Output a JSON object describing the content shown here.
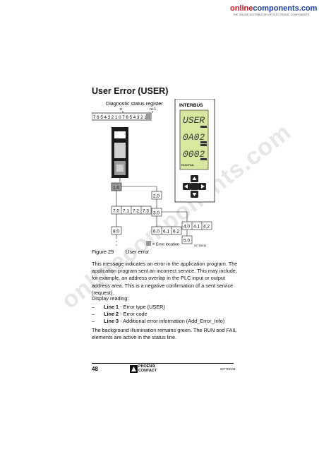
{
  "header": {
    "logo_part1": "online",
    "logo_part2": "components.com",
    "tagline": "THE ONLINE DISTRIBUTOR OF ELECTRONIC COMPONENTS"
  },
  "watermark": "onlinecomponents.com",
  "section_title": "User Error (USER)",
  "figure": {
    "register_title": "Diagnostic status register",
    "register_n": "n",
    "register_n1": "n+1",
    "bits": "7 6 5 4 3 2 1 0 7 6 5 4 3 2 1 0",
    "brand_label": "INTERBUS",
    "lcd_lines": [
      "USER",
      "0A02",
      "0002"
    ],
    "lcd_flag1": "ERROR",
    "lcd_flag2": "ERROR",
    "lcd_flag3": "ERROR",
    "lcd_status": "RUN FAIL",
    "tree": {
      "n10": "1.0",
      "n20": "2.0",
      "n30": "3.0",
      "n50": "5.0",
      "n80": "8.0",
      "row70": [
        "7.0",
        "7.1",
        "7.2",
        "7.3"
      ],
      "row60": [
        "6.0",
        "6.1",
        "6.2"
      ],
      "row40": [
        "4.0",
        "4.1",
        "4.2"
      ]
    },
    "legend": "= Error location",
    "fig_id": "5277B034",
    "caption_num": "Figure 29",
    "caption_text": "User error"
  },
  "paragraph1": "This message indicates an error in the application program. The application program sent an incorrect service. This may include, for example, an address overlap in the PLC input or output address area. This is a negative confirmation of a sent service (request).",
  "display_reading": "Display reading:",
  "lines": [
    {
      "dash": "–",
      "label": "Line 1",
      "text": " - Error type (USER)"
    },
    {
      "dash": "–",
      "label": "Line 2",
      "text": " - Error code"
    },
    {
      "dash": "–",
      "label": "Line 3",
      "text": " - Additional error information (Add_Error_Info)"
    }
  ],
  "paragraph2": "The background illumination remains green. The RUN and FAIL elements are active in the status line.",
  "footer": {
    "page_number": "48",
    "brand_line1": "PHOENIX",
    "brand_line2": "CONTACT",
    "doc_id": "5277CD01"
  }
}
